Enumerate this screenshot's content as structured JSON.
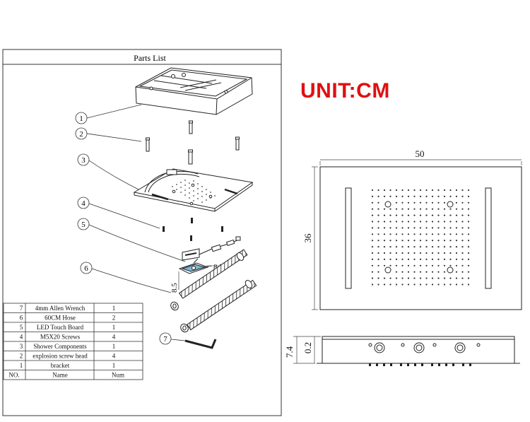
{
  "parts_list": {
    "title": "Parts List",
    "callouts": [
      "1",
      "2",
      "3",
      "4",
      "5",
      "6",
      "7"
    ],
    "header": {
      "no": "NO.",
      "name": "Name",
      "num": "Num"
    },
    "rows": [
      {
        "no": "7",
        "name": "4mm Allen Wrench",
        "num": "1"
      },
      {
        "no": "6",
        "name": "60CM Hose",
        "num": "2"
      },
      {
        "no": "5",
        "name": "LED Touch Board",
        "num": "1"
      },
      {
        "no": "4",
        "name": "M5X20 Screws",
        "num": "4"
      },
      {
        "no": "3",
        "name": "Shower Components",
        "num": "1"
      },
      {
        "no": "2",
        "name": "explosion screw head",
        "num": "4"
      },
      {
        "no": "1",
        "name": "bracket",
        "num": "1"
      }
    ],
    "touch_board_dims": {
      "width": "8.5",
      "height": "8.5"
    }
  },
  "unit_label": "UNIT:CM",
  "front_view": {
    "width": "50",
    "height": "36"
  },
  "side_view": {
    "depth": "7.4",
    "offset": "0.2"
  },
  "colors": {
    "unit": "#e01010",
    "line": "#222222"
  }
}
